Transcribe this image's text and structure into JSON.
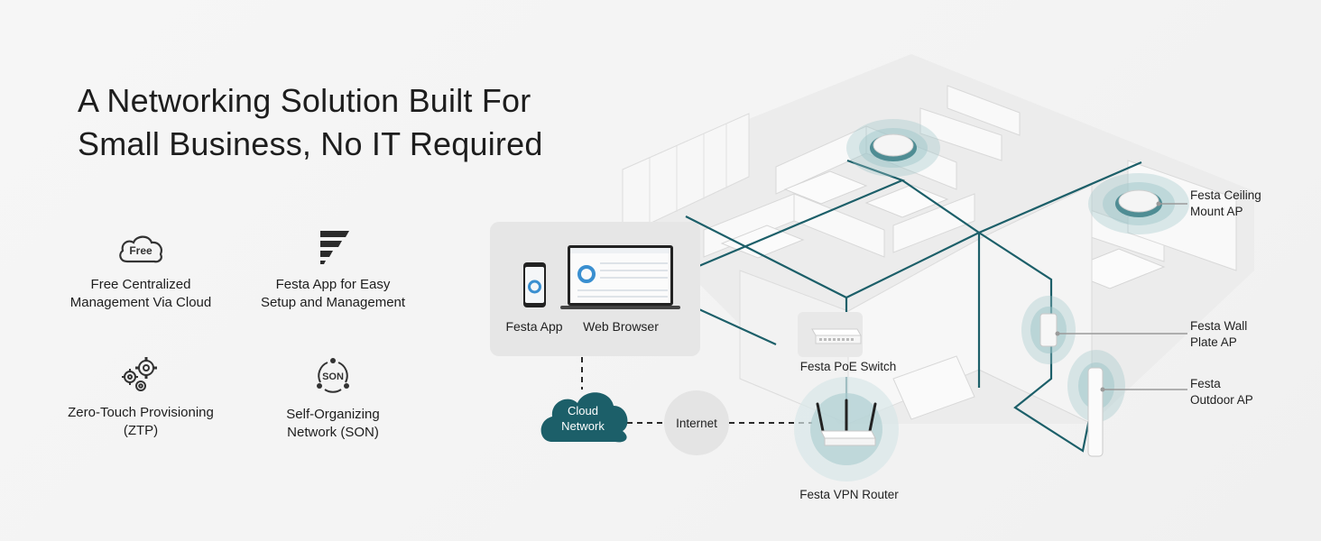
{
  "headline": {
    "line1": "A Networking Solution Built For",
    "line2": "Small Business, No IT Required"
  },
  "features": [
    {
      "icon": "cloud-free-icon",
      "badge": "Free",
      "line1": "Free Centralized",
      "line2": "Management Via Cloud"
    },
    {
      "icon": "festa-logo-icon",
      "line1": "Festa App for Easy",
      "line2": "Setup and Management"
    },
    {
      "icon": "gears-icon",
      "line1": "Zero-Touch Provisioning",
      "line2": "(ZTP)"
    },
    {
      "icon": "son-icon",
      "badge": "SON",
      "line1": "Self-Organizing",
      "line2": "Network (SON)"
    }
  ],
  "management": {
    "app_label": "Festa App",
    "browser_label": "Web Browser"
  },
  "cloud": {
    "line1": "Cloud",
    "line2": "Network"
  },
  "internet_label": "Internet",
  "devices": {
    "switch": "Festa PoE Switch",
    "router": "Festa VPN Router",
    "ceiling_ap": {
      "line1": "Festa Ceiling",
      "line2": "Mount AP"
    },
    "wall_ap": {
      "line1": "Festa Wall",
      "line2": "Plate AP"
    },
    "outdoor_ap": {
      "line1": "Festa",
      "line2": "Outdoor AP"
    }
  },
  "colors": {
    "teal": "#1c5f69",
    "teal_light": "#9ec6c9",
    "panel": "#e6e6e6"
  }
}
